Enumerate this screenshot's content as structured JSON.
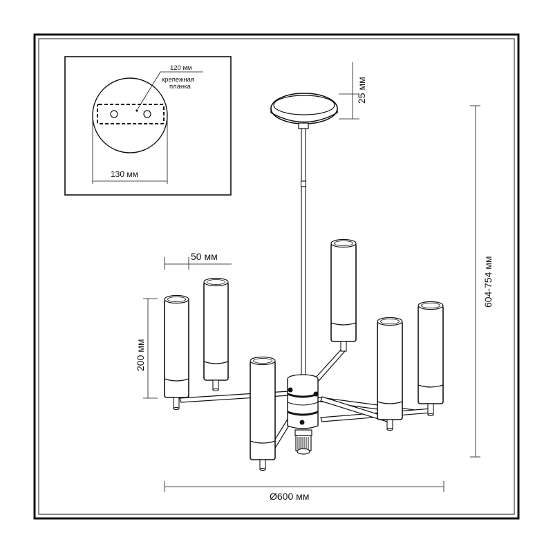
{
  "inset": {
    "plate_width_label": "120 мм",
    "plate_caption_line1": "крепежная",
    "plate_caption_line2": "планка",
    "canopy_diameter_label": "130 мм"
  },
  "dimensions": {
    "canopy_height_label": "25 мм",
    "shade_diameter_label": "50 мм",
    "shade_height_label": "200 мм",
    "total_height_label": "604-754 мм",
    "total_diameter_label": "Ø600 мм"
  },
  "colors": {
    "line": "#111111",
    "background": "#ffffff"
  },
  "icons": {
    "wall_screw": "circle",
    "shade": "cylinder"
  }
}
